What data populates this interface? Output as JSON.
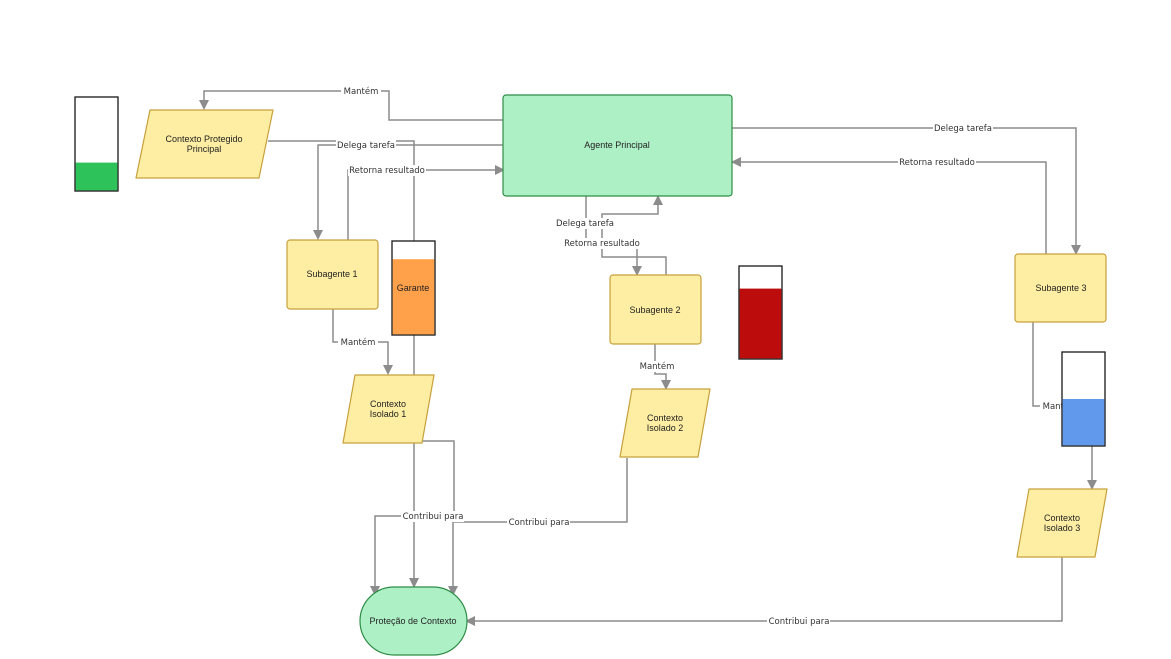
{
  "nodes": {
    "agent_main": "Agente Principal",
    "ctx_main": [
      "Contexto Protegido",
      "Principal"
    ],
    "sub1": "Subagente 1",
    "sub2": "Subagente 2",
    "sub3": "Subagente 3",
    "ctx1": [
      "Contexto",
      "Isolado 1"
    ],
    "ctx2": [
      "Contexto",
      "Isolado 2"
    ],
    "ctx3": [
      "Contexto",
      "Isolado 3"
    ],
    "protection": "Proteção de Contexto"
  },
  "edge_labels": {
    "maintains": "Mantém",
    "delegates": "Delega tarefa",
    "returns": "Retorna resultado",
    "contributes": "Contribui para"
  },
  "gauges": {
    "main": {
      "level": 0.3,
      "color": "#2dc25a"
    },
    "guarantee": {
      "label": "Garante",
      "level": 0.81,
      "color": "#ffa04a"
    },
    "sub2": {
      "level": 0.76,
      "color": "#bd0c0c"
    },
    "sub3": {
      "level": 0.5,
      "color": "#6199ec"
    }
  },
  "colors": {
    "agent_fill": "#aef0c6",
    "agent_stroke": "#2f8c46",
    "node_fill": "#fdeea3",
    "node_stroke": "#c7a03b",
    "edge": "#8c8c8c"
  }
}
